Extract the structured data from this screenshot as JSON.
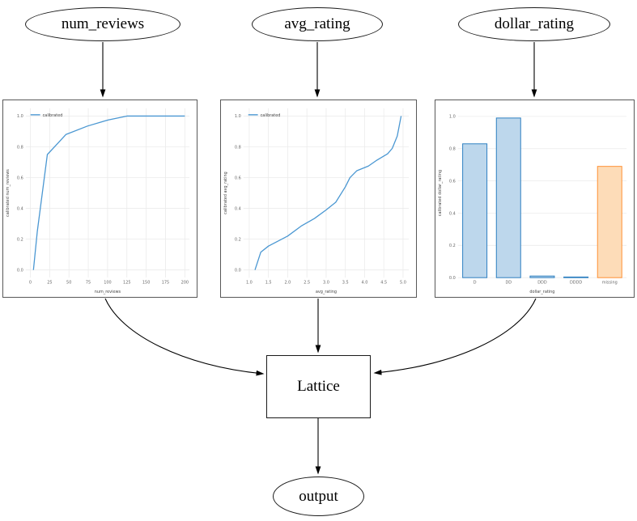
{
  "diagram": {
    "nodes": {
      "num_reviews": {
        "label": "num_reviews"
      },
      "avg_rating": {
        "label": "avg_rating"
      },
      "dollar_rating": {
        "label": "dollar_rating"
      },
      "lattice": {
        "label": "Lattice"
      },
      "output": {
        "label": "output"
      }
    }
  },
  "colors": {
    "line_blue": "#4a97d2",
    "bar_blue_fill": "#bdd7ec",
    "bar_blue_edge": "#2d7fc1",
    "bar_orange_fill": "#fddcb8",
    "bar_orange_edge": "#ff9033",
    "edge_black": "#000000",
    "grid": "#ebebeb"
  },
  "chart_data": [
    {
      "type": "line",
      "title": "",
      "xlabel": "num_reviews",
      "ylabel": "calibrated num_reviews",
      "legend": {
        "label": "calibrated",
        "position": "upper left"
      },
      "grid": true,
      "xlim": [
        -6,
        206
      ],
      "ylim": [
        -0.05,
        1.05
      ],
      "xticks": [
        0,
        25,
        50,
        75,
        100,
        125,
        150,
        175,
        200
      ],
      "xtick_labels": [
        "0",
        "25",
        "50",
        "75",
        "100",
        "125",
        "150",
        "175",
        "200"
      ],
      "yticks": [
        0,
        0.2,
        0.4,
        0.6,
        0.8,
        1.0
      ],
      "ytick_labels": [
        "0.0",
        "0.2",
        "0.4",
        "0.6",
        "0.8",
        "1.0"
      ],
      "series": [
        {
          "name": "calibrated",
          "color": "#4a97d2",
          "x": [
            4,
            9,
            22,
            35,
            46,
            74,
            101,
            125,
            200
          ],
          "y": [
            0.0,
            0.25,
            0.75,
            0.82,
            0.88,
            0.935,
            0.975,
            1.0,
            1.0
          ]
        }
      ]
    },
    {
      "type": "line",
      "title": "",
      "xlabel": "avg_rating",
      "ylabel": "calibrated avg_rating",
      "legend": {
        "label": "calibrated",
        "position": "upper left"
      },
      "grid": true,
      "xlim": [
        0.85,
        5.15
      ],
      "ylim": [
        -0.05,
        1.05
      ],
      "xticks": [
        1.0,
        1.5,
        2.0,
        2.5,
        3.0,
        3.5,
        4.0,
        4.5,
        5.0
      ],
      "xtick_labels": [
        "1.0",
        "1.5",
        "2.0",
        "2.5",
        "3.0",
        "3.5",
        "4.0",
        "4.5",
        "5.0"
      ],
      "yticks": [
        0,
        0.2,
        0.4,
        0.6,
        0.8,
        1.0
      ],
      "ytick_labels": [
        "0.0",
        "0.2",
        "0.4",
        "0.6",
        "0.8",
        "1.0"
      ],
      "series": [
        {
          "name": "calibrated",
          "color": "#4a97d2",
          "x": [
            1.15,
            1.3,
            1.5,
            2.0,
            2.35,
            2.7,
            3.0,
            3.25,
            3.5,
            3.62,
            3.8,
            4.1,
            4.3,
            4.6,
            4.72,
            4.85,
            4.95
          ],
          "y": [
            0.0,
            0.115,
            0.155,
            0.22,
            0.285,
            0.335,
            0.39,
            0.44,
            0.54,
            0.6,
            0.645,
            0.675,
            0.71,
            0.755,
            0.79,
            0.87,
            1.0
          ]
        }
      ]
    },
    {
      "type": "bar",
      "title": "",
      "xlabel": "dollar_rating",
      "ylabel": "calibrated dollar_rating",
      "grid": true,
      "categories": [
        "D",
        "DD",
        "DDD",
        "DDDD",
        "missing"
      ],
      "values": [
        0.83,
        0.99,
        0.01,
        0.004,
        0.69
      ],
      "fill_colors": [
        "#bdd7ec",
        "#bdd7ec",
        "#bdd7ec",
        "#bdd7ec",
        "#fddcb8"
      ],
      "edge_colors": [
        "#2d7fc1",
        "#2d7fc1",
        "#2d7fc1",
        "#2d7fc1",
        "#ff9033"
      ],
      "ylim": [
        0,
        1.05
      ],
      "yticks": [
        0,
        0.2,
        0.4,
        0.6,
        0.8,
        1.0
      ],
      "ytick_labels": [
        "0.0",
        "0.2",
        "0.4",
        "0.6",
        "0.8",
        "1.0"
      ]
    }
  ]
}
